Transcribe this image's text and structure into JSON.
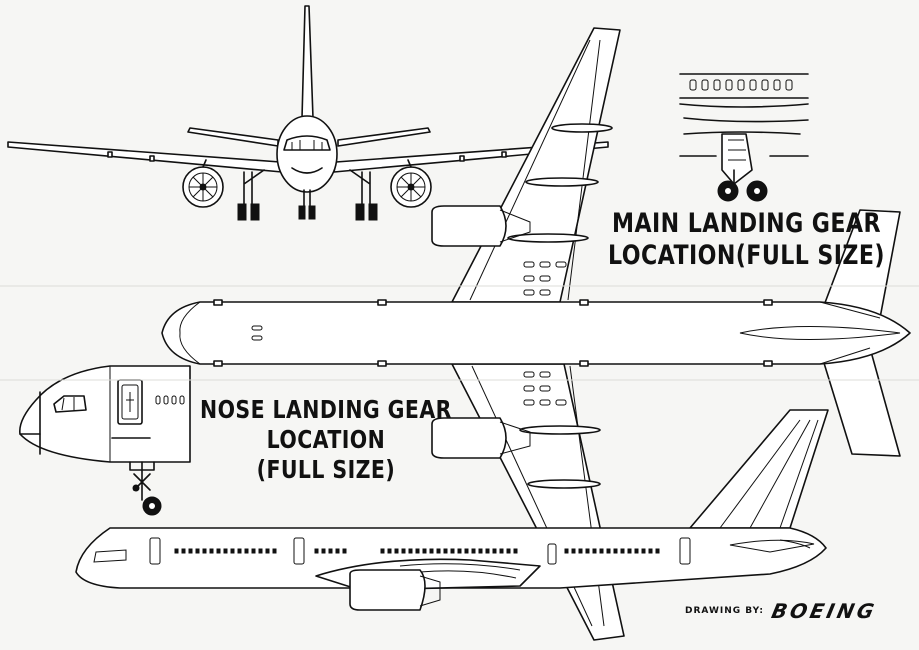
{
  "labels": {
    "main_gear_line1": "MAIN LANDING GEAR",
    "main_gear_line2": "LOCATION(FULL SIZE)",
    "nose_gear_line1": "NOSE LANDING GEAR",
    "nose_gear_line2": "LOCATION",
    "nose_gear_line3": "(FULL SIZE)"
  },
  "credit": {
    "prefix": "DRAWING BY:",
    "logo": "BOEING"
  },
  "colors": {
    "line": "#111111",
    "paper": "#f6f6f4"
  },
  "icons": [
    "front-view-airplane",
    "top-view-airplane",
    "side-view-airplane",
    "main-gear-detail",
    "nose-gear-detail",
    "boeing-logo"
  ]
}
